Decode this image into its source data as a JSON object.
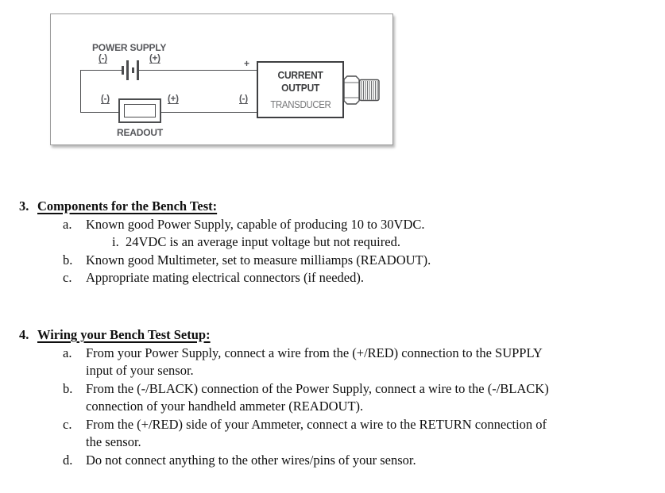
{
  "diagram": {
    "power_supply_label": "POWER SUPPLY",
    "battery_neg": "(-)",
    "battery_pos": "(+)",
    "supply_terminal": "+",
    "readout_neg": "(-)",
    "readout_pos": "(+)",
    "return_terminal": "(-)",
    "readout_caption": "READOUT",
    "transducer_line1": "CURRENT",
    "transducer_line2": "OUTPUT",
    "transducer_line3": "TRANSDUCER",
    "colors": {
      "wire": "#4c4d4f",
      "label_gray": "#55565a",
      "transducer_light": "#77787a"
    }
  },
  "sections": [
    {
      "number": "3.",
      "title": "Components for the Bench Test:",
      "items": [
        {
          "marker": "a.",
          "text": "Known good Power Supply, capable of producing 10 to 30VDC."
        },
        {
          "marker": "i.",
          "text": "24VDC is an average input voltage but not required."
        },
        {
          "marker": "b.",
          "text": "Known good Multimeter, set to measure milliamps (READOUT)."
        },
        {
          "marker": "c.",
          "text": "Appropriate mating electrical connectors (if needed)."
        }
      ]
    },
    {
      "number": "4.",
      "title": "Wiring your Bench Test Setup:",
      "items": [
        {
          "marker": "a.",
          "text": "From your Power Supply, connect a wire from the (+/RED) connection to the SUPPLY\ninput of your sensor."
        },
        {
          "marker": "b.",
          "text": "From the (-/BLACK) connection of the Power Supply, connect a wire to the (-/BLACK)\nconnection of your handheld ammeter (READOUT)."
        },
        {
          "marker": "c.",
          "text": "From the (+/RED) side of your Ammeter, connect a wire to the RETURN connection of\nthe sensor."
        },
        {
          "marker": "d.",
          "text": "Do not connect anything to the other wires/pins of your sensor."
        }
      ]
    }
  ]
}
